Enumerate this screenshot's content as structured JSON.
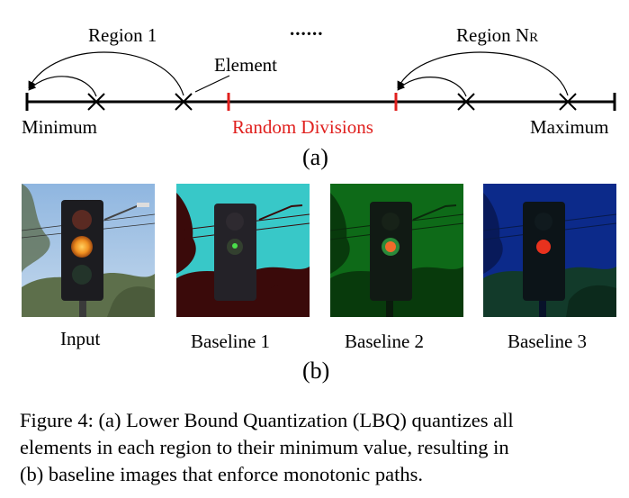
{
  "diagram": {
    "region1_label": "Region 1",
    "ellipsis": "......",
    "regionN_label": "Region N",
    "regionN_sub": "R",
    "element_label": "Element",
    "min_label": "Minimum",
    "random_label": "Random Divisions",
    "max_label": "Maximum",
    "panel_a": "(a)",
    "panel_b": "(b)",
    "accent_color": "#e0201e"
  },
  "images": [
    {
      "label": "Input"
    },
    {
      "label": "Baseline 1"
    },
    {
      "label": "Baseline 2"
    },
    {
      "label": "Baseline 3"
    }
  ],
  "caption": {
    "line1": "Figure 4: (a) Lower Bound Quantization (LBQ) quantizes all",
    "line2": "elements in each region to their minimum value, resulting in",
    "line3": "(b) baseline images that enforce monotonic paths."
  }
}
